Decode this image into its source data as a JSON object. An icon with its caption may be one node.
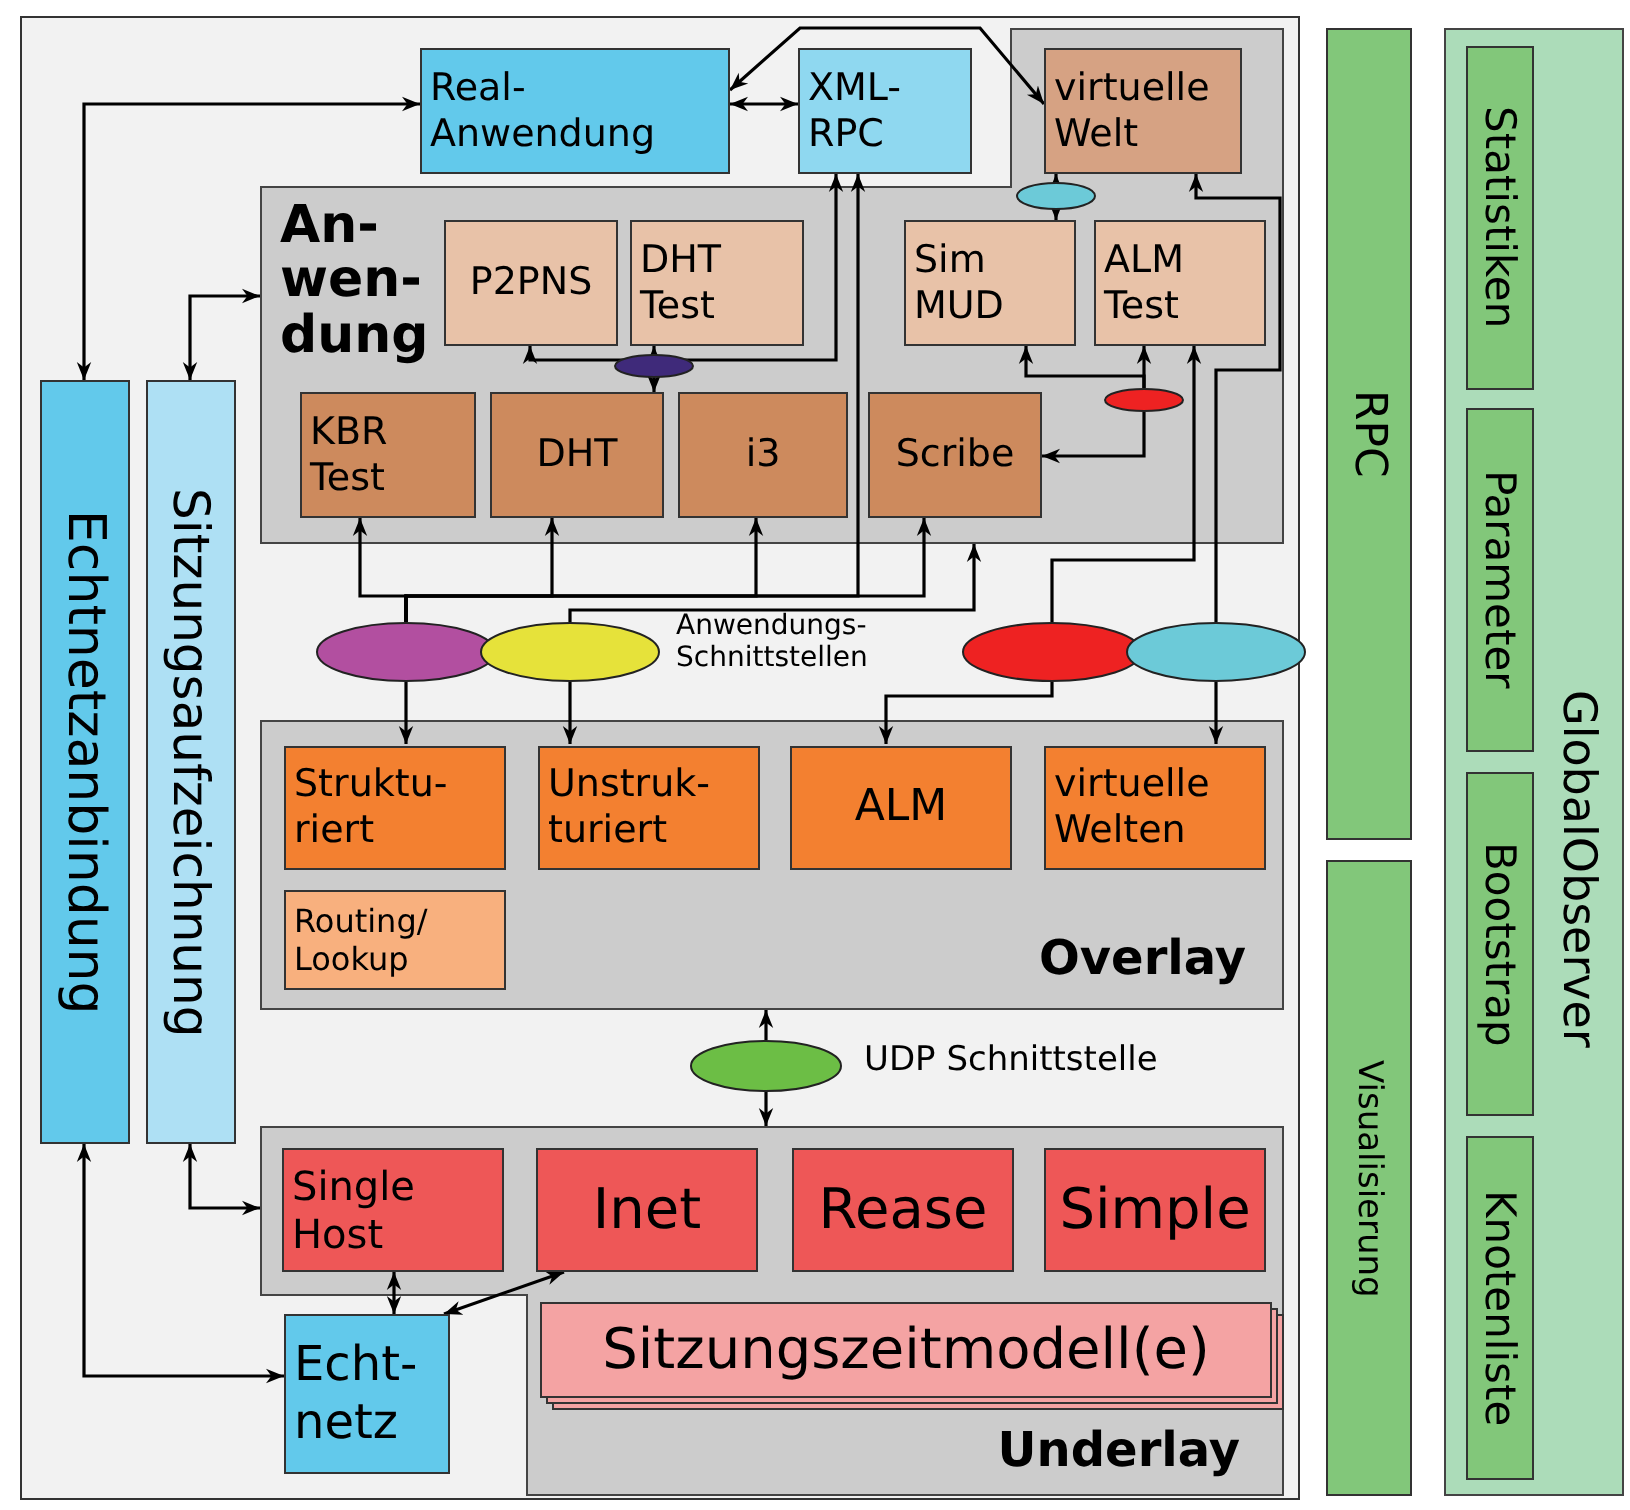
{
  "diagram": {
    "nodes": [
      {
        "text": [
          "Real- Anwendung"
        ]
      },
      {
        "text": [
          "XML- RPC"
        ]
      },
      {
        "text": [
          "An- wen- dung"
        ]
      },
      {
        "text": [
          "virtuelle Welt"
        ],
        "in": 2
      },
      {
        "text": [
          "P2PNS"
        ],
        "in": 2
      },
      {
        "text": [
          "DHT Test"
        ],
        "in": 2
      },
      {
        "text": [
          "Sim MUD"
        ],
        "in": 2
      },
      {
        "text": [
          "ALM Test"
        ],
        "in": 2
      },
      {
        "text": [
          "KBR Test"
        ],
        "in": 2
      },
      {
        "text": [
          "DHT"
        ],
        "in": 2
      },
      {
        "text": [
          "i3"
        ],
        "in": 2
      },
      {
        "text": [
          "Scribe"
        ],
        "in": 2
      },
      {
        "text": [],
        "shape": "ellipse",
        "in": 2
      },
      {
        "text": [],
        "shape": "ellipse",
        "in": 2
      },
      {
        "text": [],
        "shape": "ellipse",
        "in": 2
      },
      {
        "text": [],
        "shape": "ellipse"
      },
      {
        "text": [],
        "shape": "ellipse"
      },
      {
        "text": [],
        "shape": "ellipse"
      },
      {
        "text": [],
        "shape": "ellipse"
      },
      {
        "text": [
          "Overlay"
        ]
      },
      {
        "text": [
          "Struktu- riert"
        ],
        "in": 19
      },
      {
        "text": [
          "Unstruk- turiert"
        ],
        "in": 19
      },
      {
        "text": [
          "ALM"
        ],
        "in": 19
      },
      {
        "text": [
          "virtuelle Welten"
        ],
        "in": 19
      },
      {
        "text": [
          "Routing/ Lookup"
        ],
        "in": 19
      },
      {
        "text": [],
        "shape": "ellipse"
      },
      {
        "text": [
          "Underlay"
        ]
      },
      {
        "text": [
          "Single Host"
        ],
        "in": 26
      },
      {
        "text": [
          "Inet"
        ],
        "in": 26
      },
      {
        "text": [
          "Rease"
        ],
        "in": 26
      },
      {
        "text": [
          "Simple"
        ],
        "in": 26
      },
      {
        "text": [
          "Sitzungszeitmodell(e)"
        ],
        "in": 26
      },
      {
        "text": [
          "Echt- netz"
        ]
      },
      {
        "text": [
          "Echtnetzanbindung"
        ]
      },
      {
        "text": [
          "Sitzungsaufzeichnung"
        ]
      },
      {
        "text": [
          "RPC"
        ]
      },
      {
        "text": [
          "Visualisierung"
        ]
      },
      {
        "text": [
          "GlobalObserver"
        ]
      },
      {
        "text": [
          "Statistiken"
        ],
        "in": 37
      },
      {
        "text": [
          "Parameter"
        ],
        "in": 37
      },
      {
        "text": [
          "Bootstrap"
        ],
        "in": 37
      },
      {
        "text": [
          "Knotenliste"
        ],
        "in": 37
      }
    ],
    "edges": [
      {
        "from": 33,
        "to": 0,
        "arrow": "both"
      },
      {
        "from": 34,
        "to": 2,
        "arrow": "both"
      },
      {
        "from": 0,
        "to": 1,
        "arrow": "both"
      },
      {
        "from": 0,
        "to": 3,
        "arrow": "both"
      },
      {
        "from": 1,
        "to": 4,
        "arrow": "both"
      },
      {
        "from": 13,
        "to": 5,
        "arrow": "to"
      },
      {
        "from": 13,
        "to": 9,
        "arrow": "to"
      },
      {
        "from": 12,
        "to": 3,
        "arrow": "to"
      },
      {
        "from": 12,
        "to": 6,
        "arrow": "to"
      },
      {
        "from": 14,
        "to": 7,
        "arrow": "to"
      },
      {
        "from": 14,
        "to": 6,
        "arrow": "to"
      },
      {
        "from": 14,
        "to": 11,
        "arrow": "to"
      },
      {
        "from": 15,
        "to": 8,
        "arrow": "to"
      },
      {
        "from": 15,
        "to": 9,
        "arrow": "to"
      },
      {
        "from": 15,
        "to": 10,
        "arrow": "to"
      },
      {
        "from": 15,
        "to": 11,
        "arrow": "to"
      },
      {
        "from": 15,
        "to": 1,
        "arrow": "to"
      },
      {
        "from": 16,
        "to": 2,
        "arrow": "to"
      },
      {
        "from": 15,
        "to": 20,
        "arrow": "to"
      },
      {
        "from": 16,
        "to": 21,
        "arrow": "to"
      },
      {
        "from": 17,
        "to": 7,
        "arrow": "to"
      },
      {
        "from": 17,
        "to": 22,
        "arrow": "to"
      },
      {
        "from": 18,
        "to": 3,
        "arrow": "to"
      },
      {
        "from": 18,
        "to": 23,
        "arrow": "to"
      },
      {
        "from": 25,
        "to": 19,
        "arrow": "to"
      },
      {
        "from": 25,
        "to": 26,
        "arrow": "to"
      },
      {
        "from": 34,
        "to": 26,
        "arrow": "both"
      },
      {
        "from": 33,
        "to": 32,
        "arrow": "both"
      },
      {
        "from": 27,
        "to": 32,
        "arrow": "both"
      },
      {
        "from": 28,
        "to": 32,
        "arrow": "both"
      }
    ],
    "labels": [
      "Anwendungs- Schnittstellen",
      "UDP Schnittstelle"
    ]
  }
}
